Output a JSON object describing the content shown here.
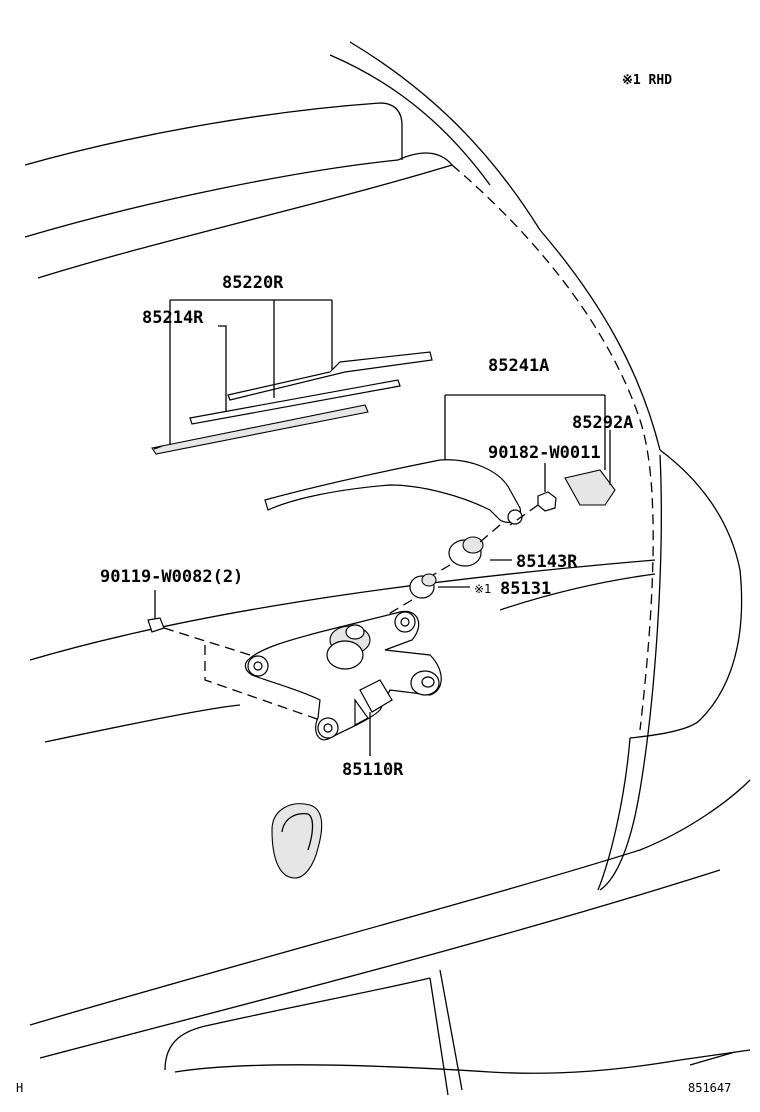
{
  "note": "※1 RHD",
  "labels": {
    "blade_assy": "85220R",
    "blade_rubber": "85214R",
    "arm": "85241A",
    "cap": "85292A",
    "nut": "90182-W0011",
    "bushing": "85143R",
    "grommet_note": "※1",
    "grommet": "85131",
    "bolt": "90119-W0082(2)",
    "motor": "85110R"
  },
  "corner_mark": "H",
  "diagram_code": "851647"
}
